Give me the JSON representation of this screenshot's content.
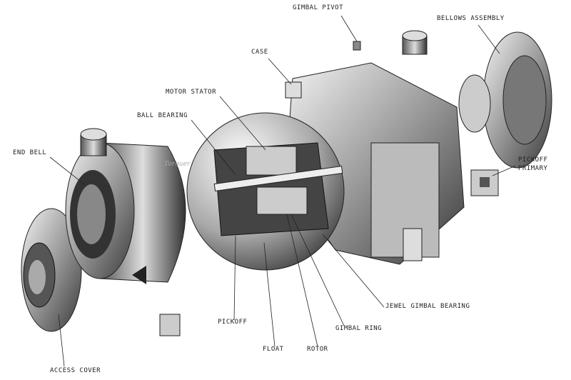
{
  "labels": {
    "gimbal_pivot": "GIMBAL PIVOT",
    "bellows_assembly": "BELLOWS ASSEMBLY",
    "case": "CASE",
    "motor_stator": "MOTOR STATOR",
    "ball_bearing": "BALL BEARING",
    "end_bell": "END BELL",
    "pickoff_primary_1": "PICKOFF",
    "pickoff_primary_2": "PRIMARY",
    "jewel_gimbal_bearing": "JEWEL GIMBAL BEARING",
    "pickoff": "PICKOFF",
    "gimbal_ring": "GIMBAL RING",
    "float": "FLOAT",
    "rotor": "ROTOR",
    "access_cover": "ACCESS COVER"
  },
  "annotation": "Torquer"
}
